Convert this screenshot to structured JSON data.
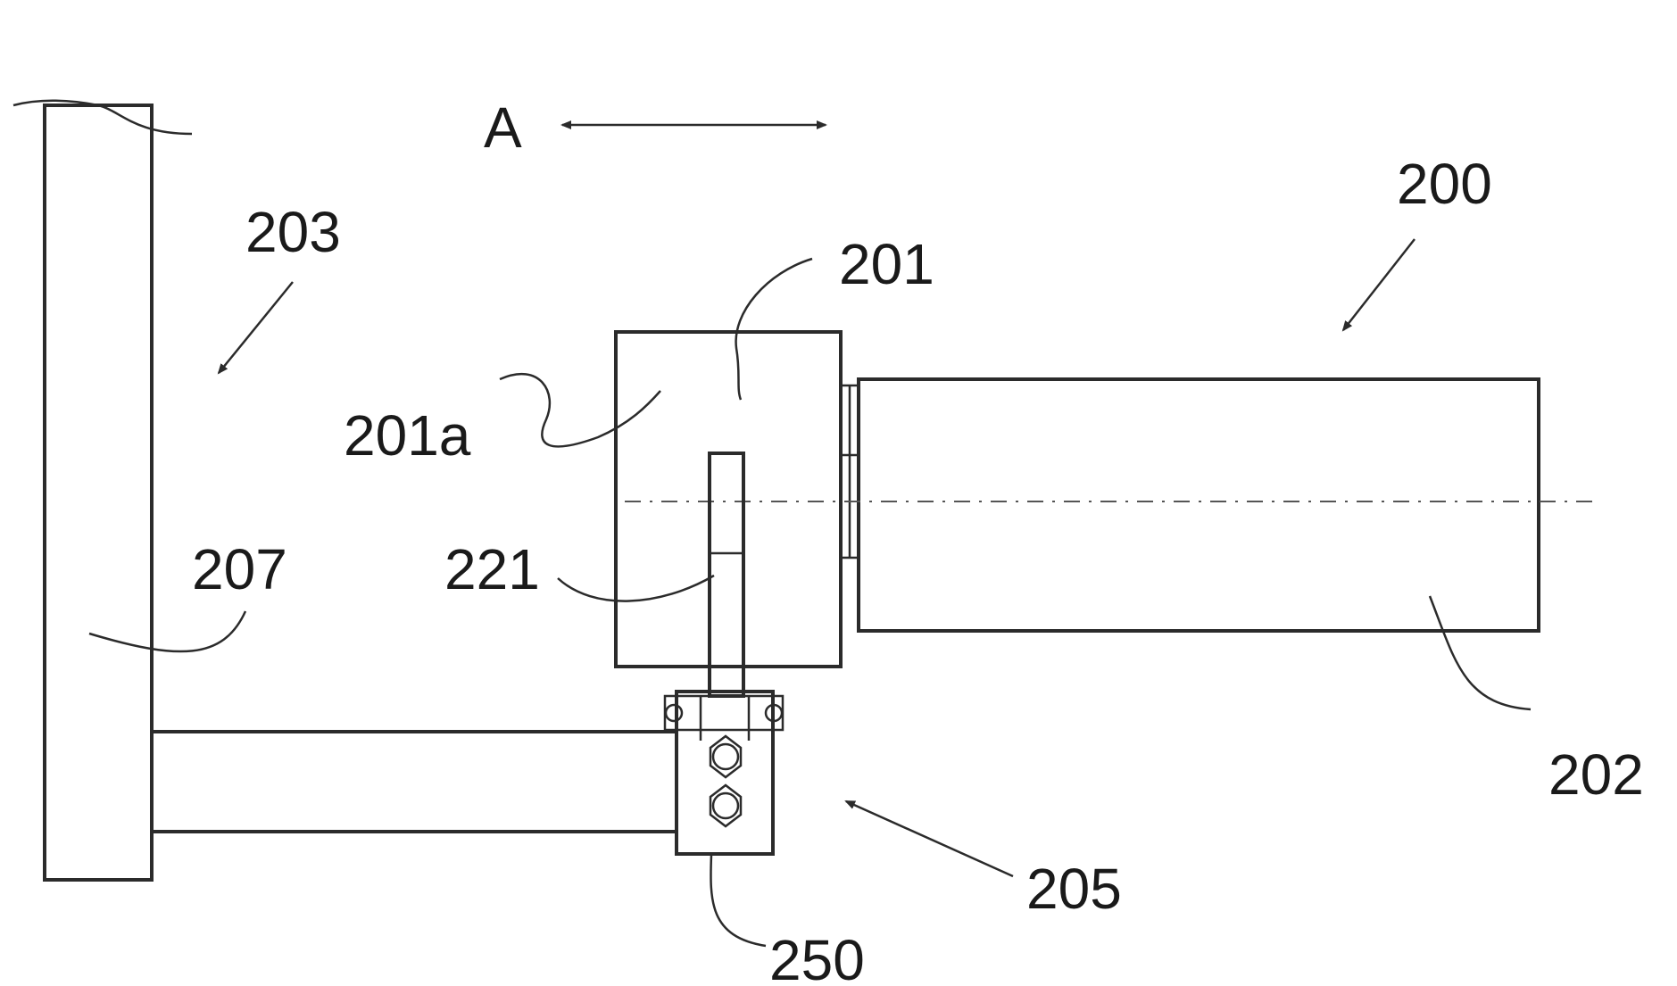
{
  "figure": {
    "direction_label": "A",
    "labels": {
      "assembly": "200",
      "first_part": "201",
      "first_part_face": "201a",
      "second_part": "202",
      "frame": "203",
      "mount": "205",
      "wall": "207",
      "lever": "221",
      "bracket": "250"
    }
  }
}
